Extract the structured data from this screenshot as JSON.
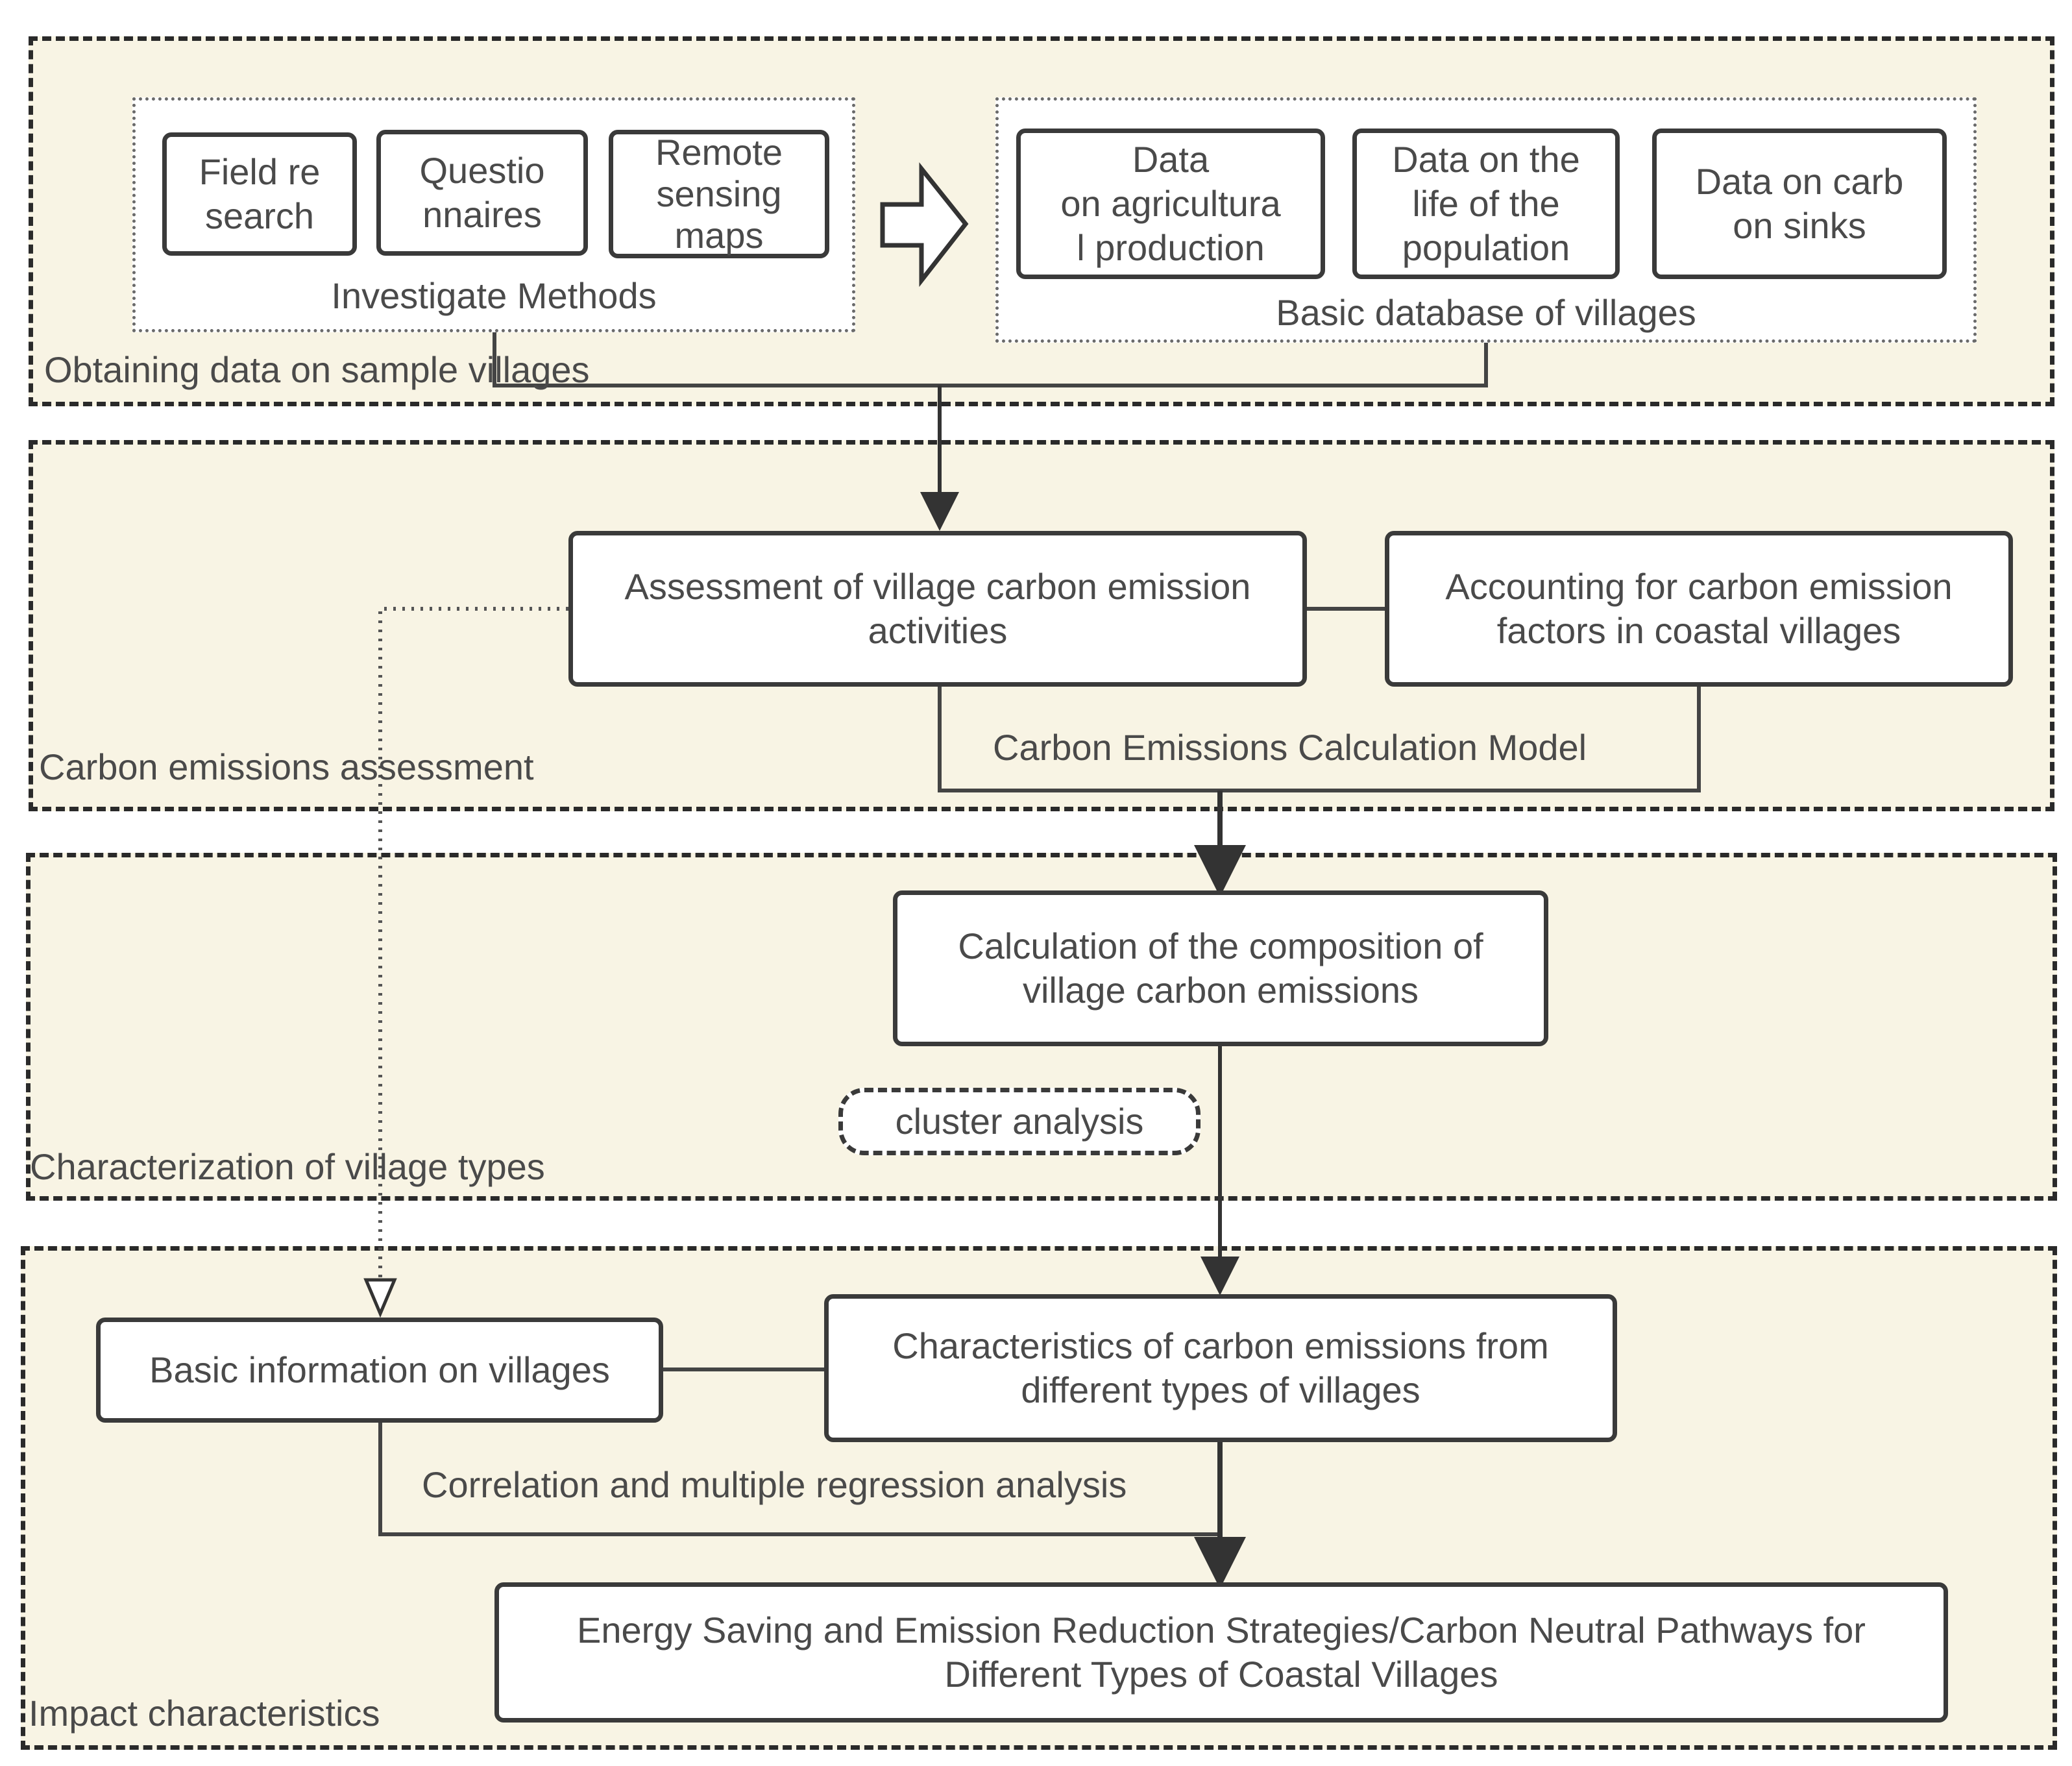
{
  "regions": {
    "obtaining": "Obtaining data on sample villages",
    "assessment": "Carbon emissions assessment",
    "characterization": "Characterization of village types",
    "impact": "Impact characteristics"
  },
  "groups": {
    "methods": "Investigate Methods",
    "database": "Basic database of villages"
  },
  "nodes": {
    "field_research": "Field re\nsearch",
    "questionnaires": "Questio\nnnaires",
    "remote_sensing": "Remote\nsensing\nmaps",
    "data_agri": "Data\non agricultura\nl production",
    "data_life": "Data on the\nlife of the\npopulation",
    "data_sinks": "Data on carb\non sinks",
    "assessment_activities": "Assessment of village carbon emission\nactivities",
    "accounting_factors": "Accounting for carbon emission\nfactors in coastal villages",
    "composition": "Calculation of the composition of\nvillage carbon emissions",
    "cluster": "cluster analysis",
    "basic_info": "Basic information on villages",
    "characteristics": "Characteristics of carbon emissions from\ndifferent types of villages",
    "strategies": "Energy Saving and Emission Reduction Strategies/Carbon Neutral Pathways for\nDifferent Types of Coastal Villages"
  },
  "edge_labels": {
    "model": "Carbon Emissions Calculation Model",
    "regression": "Correlation and multiple regression analysis"
  }
}
